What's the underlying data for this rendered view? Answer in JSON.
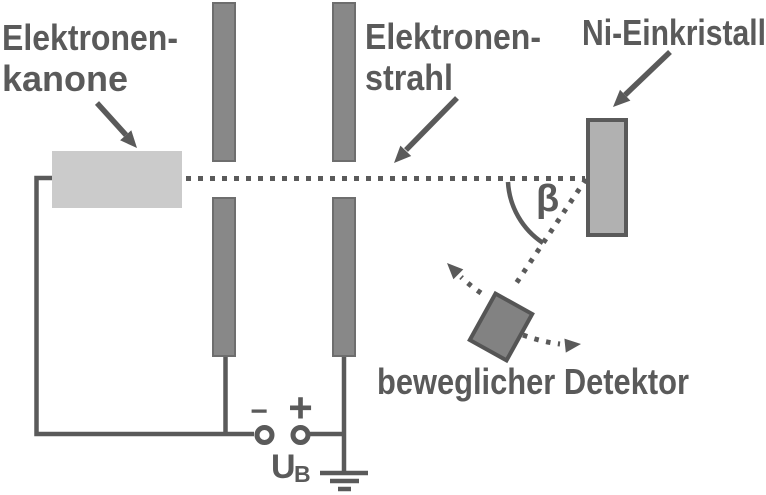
{
  "figure": {
    "labels": {
      "gun_line1": "Elektronen-",
      "gun_line2": "kanone",
      "beam_line1": "Elektronen-",
      "beam_line2": "strahl",
      "crystal": "Ni-Einkristall",
      "detector": "beweglicher Detektor",
      "beta": "β"
    },
    "circuit": {
      "minus_sign": "−",
      "plus_sign": "+",
      "voltage_symbol": "U",
      "voltage_subscript": "B"
    },
    "colors": {
      "ink": "#5a5a5a",
      "gun_fill": "#cbcbcb",
      "plate_fill": "#888888",
      "plate_border": "#6e6e6e",
      "crystal_fill": "#b1b1b1",
      "detector_fill": "#828282",
      "detector_border": "#555555",
      "background": "#ffffff"
    }
  }
}
